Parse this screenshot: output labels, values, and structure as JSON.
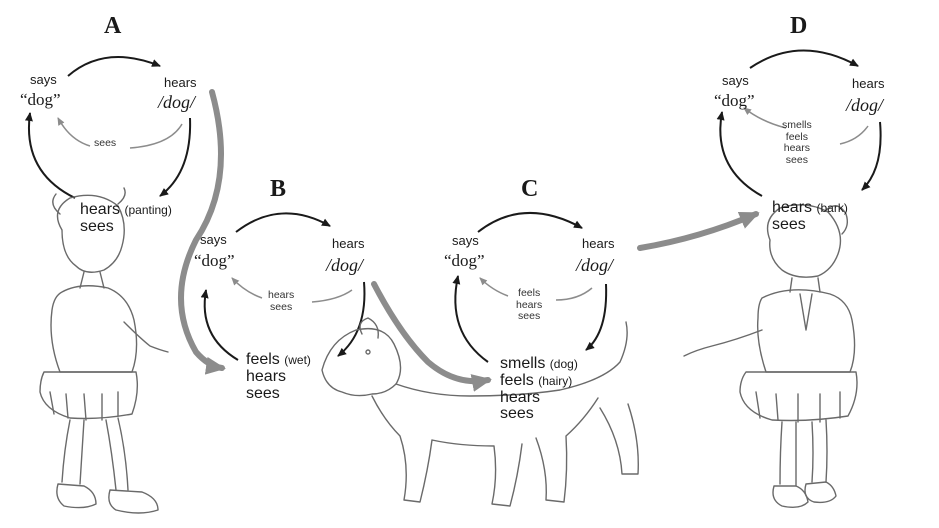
{
  "panels": {
    "A": {
      "letter": "A",
      "says": "says",
      "word": "“dog”",
      "hears_top": "hears",
      "phonetic": "/dog/",
      "inner": [
        "sees"
      ],
      "senses": [
        {
          "main": "hears",
          "qual": "(panting)"
        },
        {
          "main": "sees",
          "qual": ""
        }
      ]
    },
    "B": {
      "letter": "B",
      "says": "says",
      "word": "“dog”",
      "hears_top": "hears",
      "phonetic": "/dog/",
      "inner": [
        "hears",
        "sees"
      ],
      "senses": [
        {
          "main": "feels",
          "qual": "(wet)"
        },
        {
          "main": "hears",
          "qual": ""
        },
        {
          "main": "sees",
          "qual": ""
        }
      ]
    },
    "C": {
      "letter": "C",
      "says": "says",
      "word": "“dog”",
      "hears_top": "hears",
      "phonetic": "/dog/",
      "inner": [
        "feels",
        "hears",
        "sees"
      ],
      "senses": [
        {
          "main": "smells",
          "qual": "(dog)"
        },
        {
          "main": "feels",
          "qual": "(hairy)"
        },
        {
          "main": "hears",
          "qual": ""
        },
        {
          "main": "sees",
          "qual": ""
        }
      ]
    },
    "D": {
      "letter": "D",
      "says": "says",
      "word": "“dog”",
      "hears_top": "hears",
      "phonetic": "/dog/",
      "inner": [
        "smells",
        "feels",
        "hears",
        "sees"
      ],
      "senses": [
        {
          "main": "hears",
          "qual": "(bark)"
        },
        {
          "main": "sees",
          "qual": ""
        }
      ]
    }
  },
  "colors": {
    "ink": "#1a1a1a",
    "arrow_grey": "#8c8c8c",
    "sketch": "#6a6a6a"
  }
}
